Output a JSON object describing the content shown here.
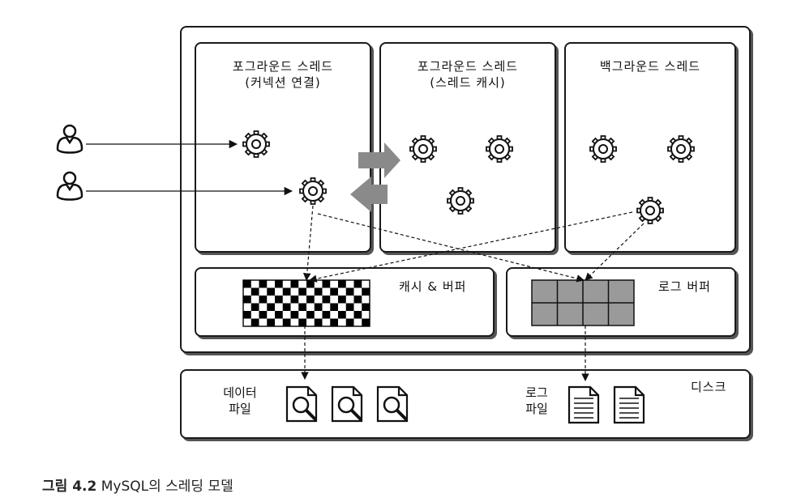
{
  "threads": {
    "fg_connection": {
      "line1": "포그라운드 스레드",
      "line2": "(커넥션 연결)"
    },
    "fg_cache": {
      "line1": "포그라운드 스레드",
      "line2": "(스레드 캐시)"
    },
    "background": {
      "line1": "백그라운드 스레드"
    }
  },
  "buffers": {
    "cache_buffer": "캐시 & 버퍼",
    "log_buffer": "로그 버퍼"
  },
  "disk": {
    "label": "디스크",
    "data_file": {
      "line1": "데이터",
      "line2": "파일"
    },
    "log_file": {
      "line1": "로그",
      "line2": "파일"
    }
  },
  "caption": {
    "figure": "그림 4.2",
    "text": "MySQL의 스레딩 모델"
  }
}
